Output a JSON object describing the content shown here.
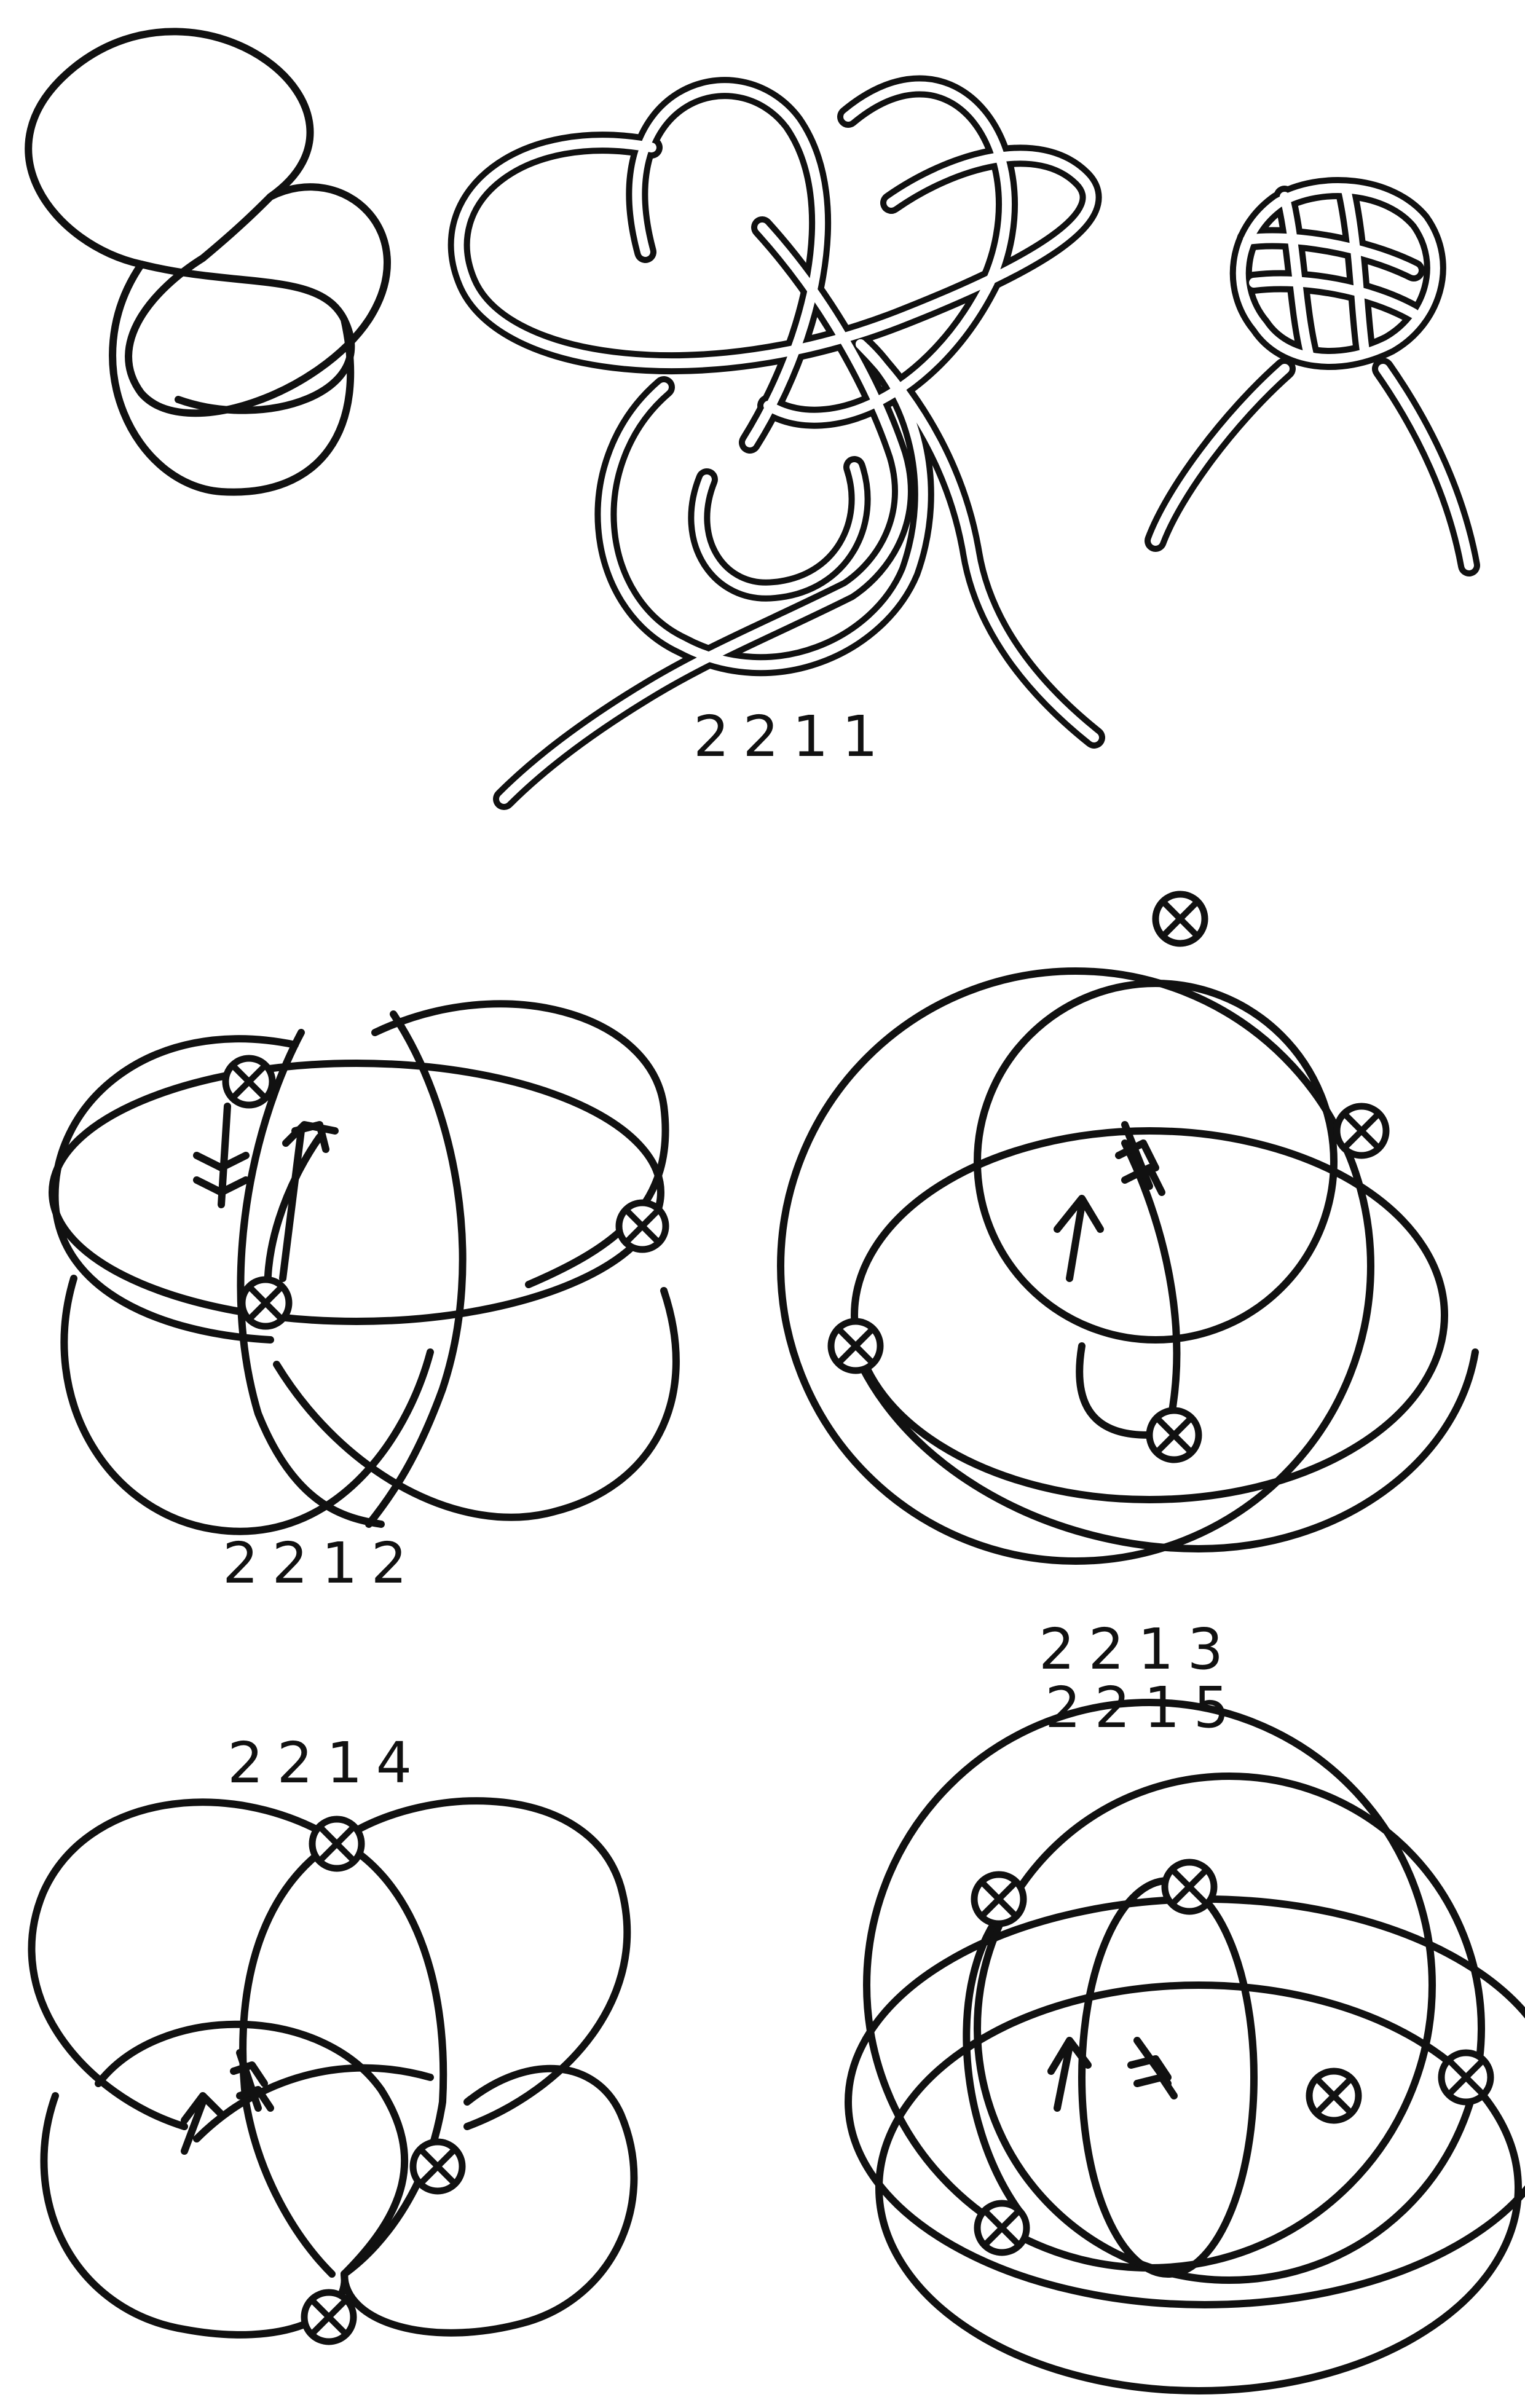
{
  "figures": [
    {
      "id": "2211",
      "label": "2211"
    },
    {
      "id": "2212",
      "label": "2212"
    },
    {
      "id": "2213",
      "label": "2213"
    },
    {
      "id": "2214",
      "label": "2214"
    },
    {
      "id": "2215",
      "label": "2215"
    }
  ],
  "colors": {
    "ink": "#111111",
    "paper": "#ffffff"
  }
}
